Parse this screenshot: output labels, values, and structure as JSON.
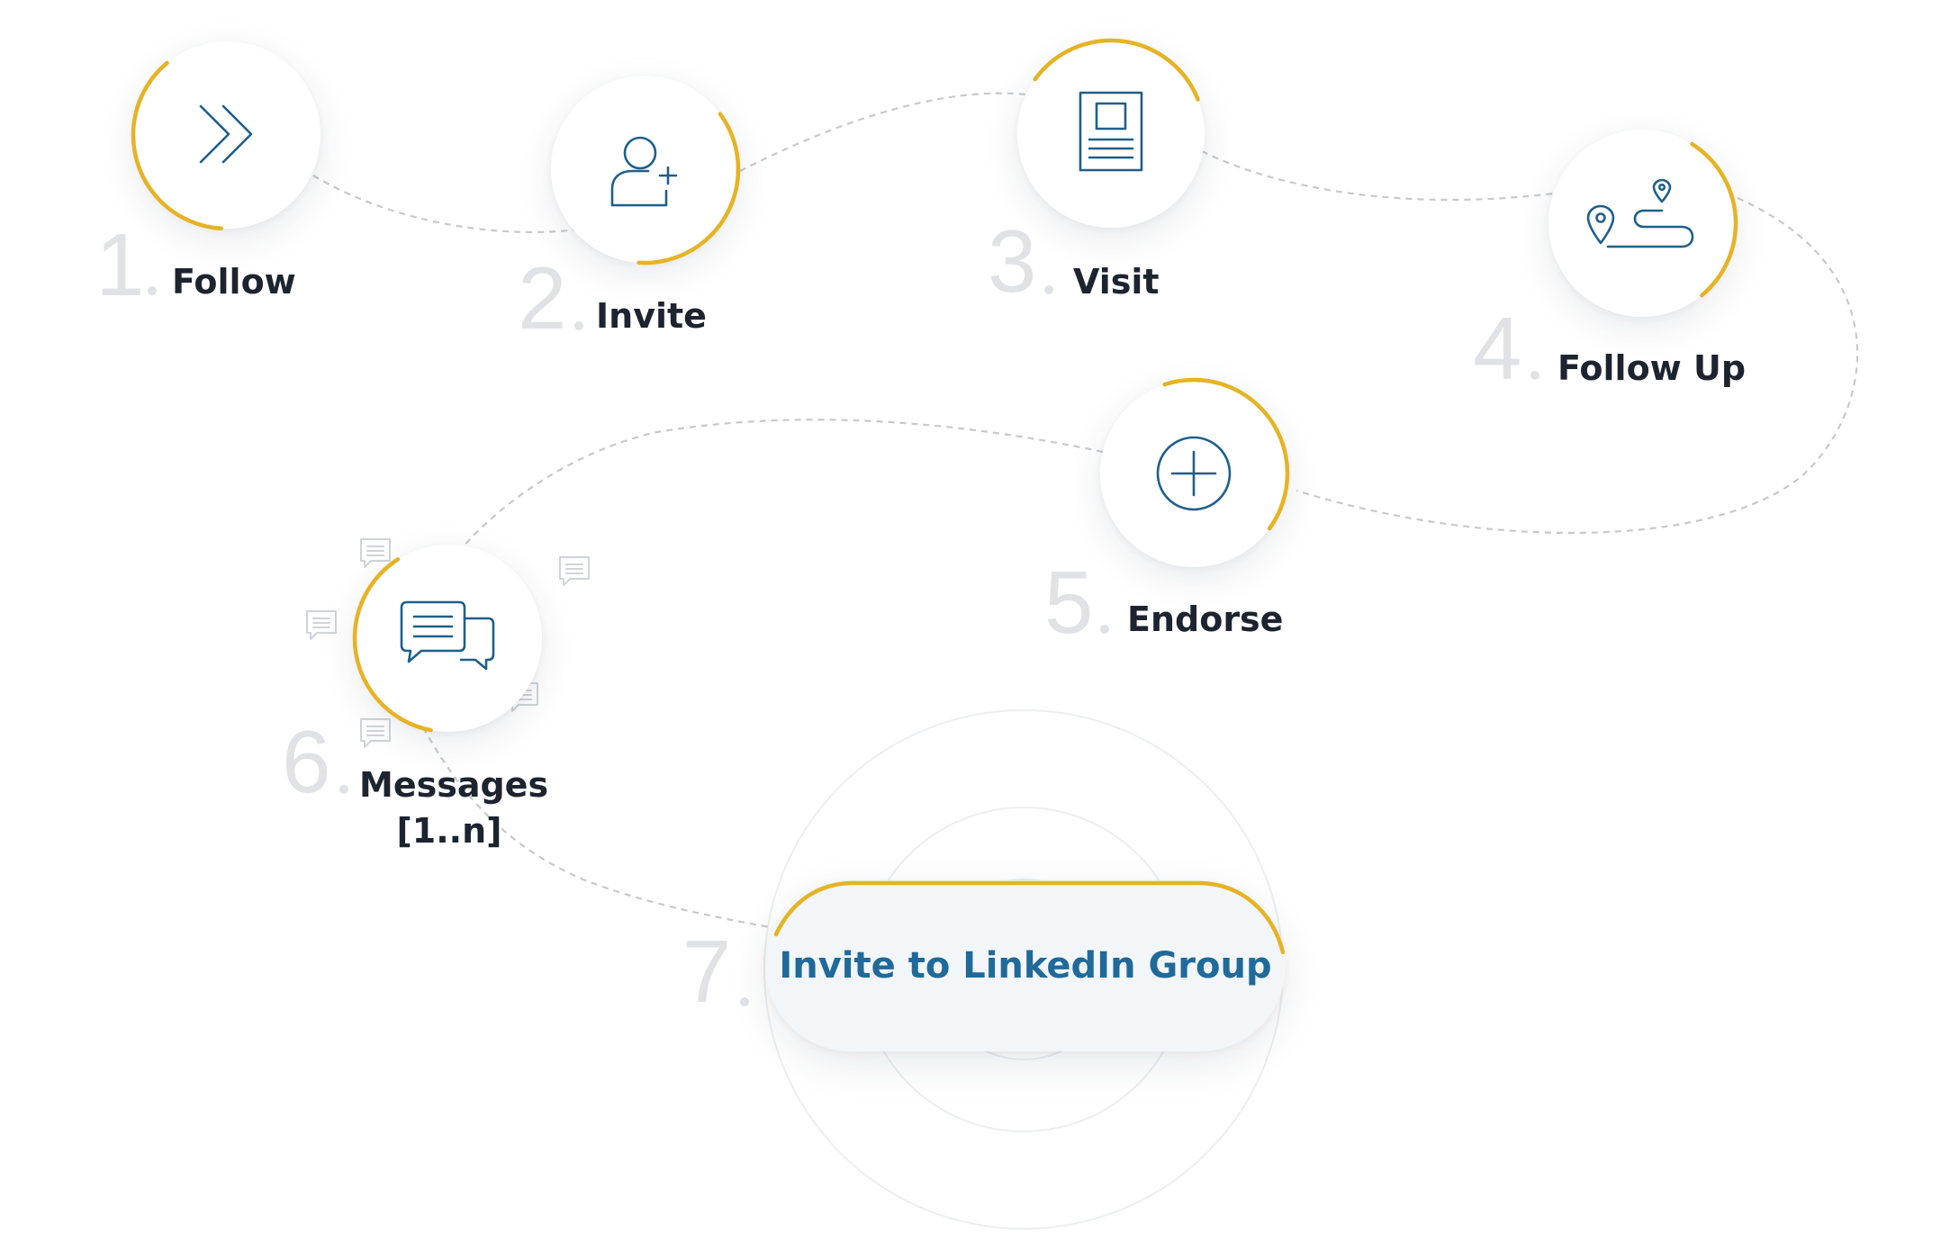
{
  "steps": [
    {
      "number": "1",
      "label": "Follow",
      "icon": "double-chevron-right-icon"
    },
    {
      "number": "2",
      "label": "Invite",
      "icon": "add-user-icon"
    },
    {
      "number": "3",
      "label": "Visit",
      "icon": "profile-document-icon"
    },
    {
      "number": "4",
      "label": "Follow Up",
      "icon": "route-pins-icon"
    },
    {
      "number": "5",
      "label": "Endorse",
      "icon": "plus-circle-icon"
    },
    {
      "number": "6",
      "label_line1": "Messages",
      "label_line2": "[1..n]",
      "icon": "chat-bubbles-icon"
    },
    {
      "number": "7",
      "label": "Invite to LinkedIn Group"
    }
  ],
  "colors": {
    "accent_arc": "#e6b325",
    "icon_stroke": "#1f5f8b",
    "label_text": "#1d2430",
    "step_number": "#e0e2e5",
    "final_step_text": "#1f6a9a",
    "connector": "#c7c9cc"
  }
}
